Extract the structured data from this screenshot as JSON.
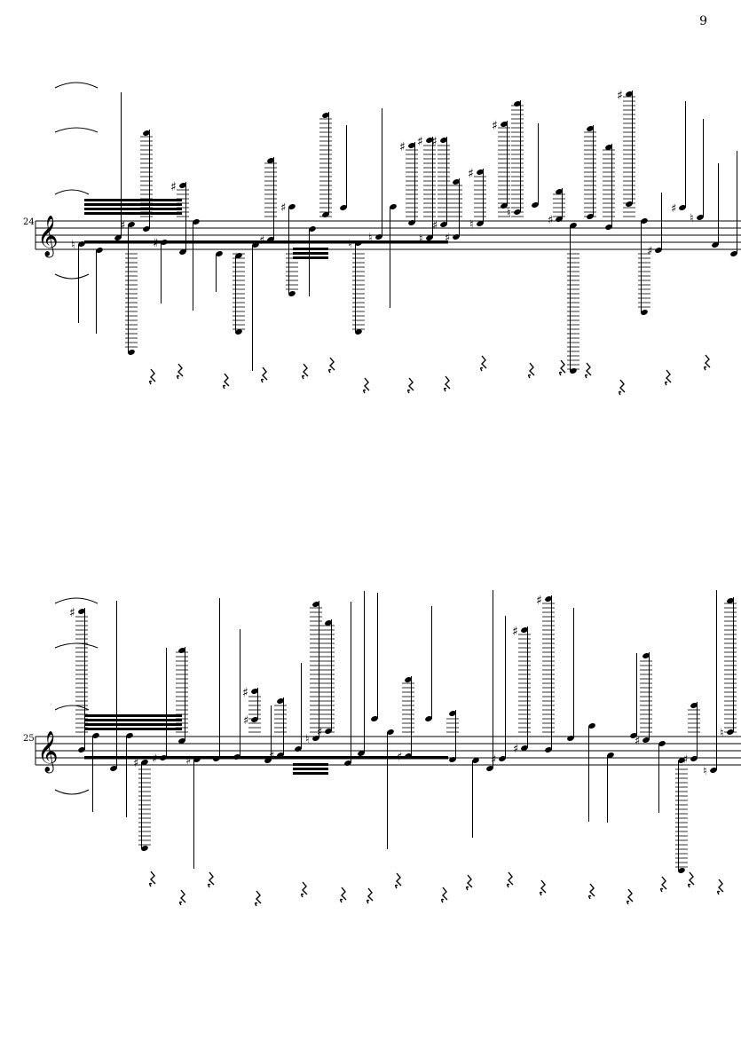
{
  "page": {
    "number": "9"
  },
  "systems": [
    {
      "measure_number": "24",
      "clef": "treble"
    },
    {
      "measure_number": "25",
      "clef": "treble"
    }
  ],
  "colors": {
    "ink": "#000000",
    "paper": "#ffffff"
  }
}
